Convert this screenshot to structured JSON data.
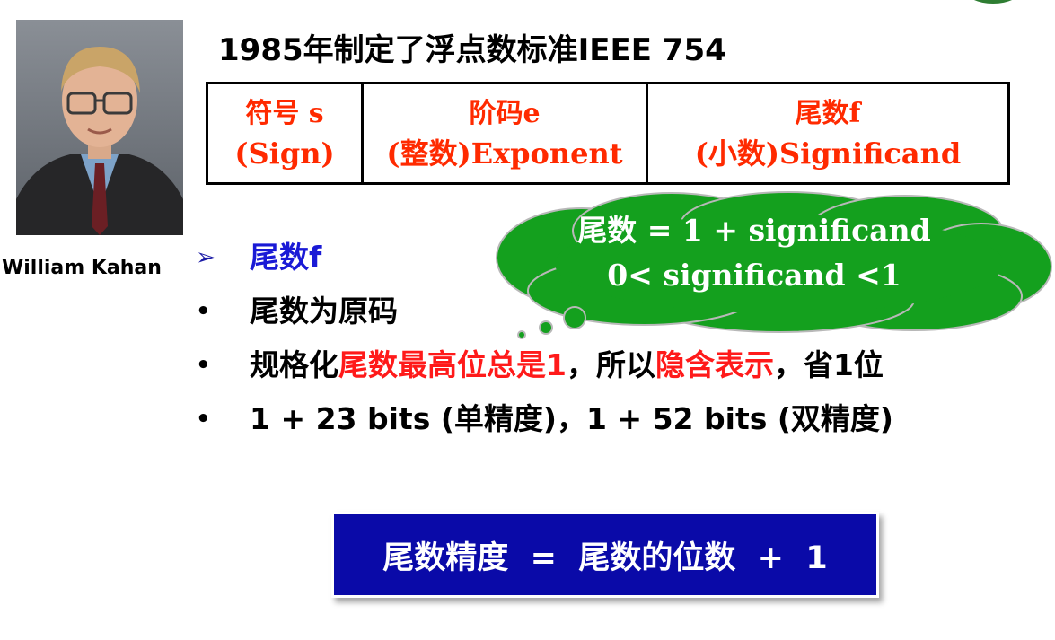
{
  "person": {
    "name": "William Kahan"
  },
  "title": "1985年制定了浮点数标准IEEE 754",
  "format_table": {
    "cells": [
      {
        "line1": "符号 s",
        "line2": "(Sign)"
      },
      {
        "line1": "阶码e",
        "line2": "(整数)Exponent"
      },
      {
        "line1": "尾数f",
        "line2": "(小数)Significand"
      }
    ]
  },
  "cloud": {
    "line1": "尾数 = 1 + significand",
    "line2": "0< significand <1"
  },
  "bullets": {
    "heading": "尾数f",
    "item1": "尾数为原码",
    "item2_prefix": "规格化",
    "item2_red1": "尾数最高位总是1",
    "item2_mid": "，所以",
    "item2_red2": "隐含表示",
    "item2_suffix": "，省1位",
    "item3": " 1 + 23 bits (单精度)，1 + 52 bits (双精度)"
  },
  "formula": "尾数精度  =  尾数的位数  +  1",
  "colors": {
    "red_text": "#ff1a1a",
    "blue_text": "#1a1ad6",
    "cloud_green": "#14a01e",
    "formula_bg": "#0a0aa8"
  }
}
